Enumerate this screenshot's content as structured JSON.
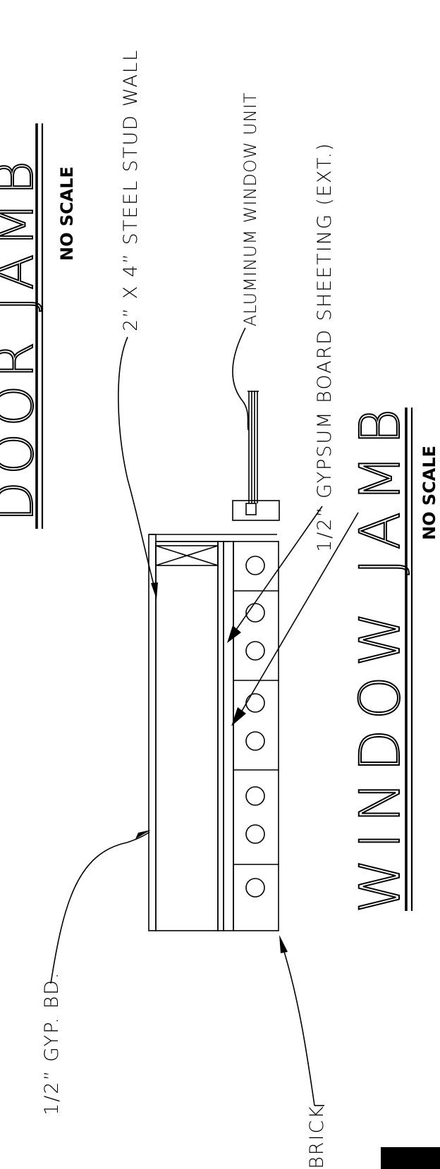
{
  "drawing": {
    "door_jamb_title": "DOOR JAMB",
    "door_jamb_scale": "NO SCALE",
    "window_jamb_title": "WINDOW JAMB",
    "window_jamb_scale": "NO SCALE"
  },
  "labels": {
    "steel_stud": "2” X 4” STEEL STUD WALL",
    "window_unit": "ALUMINUM WINDOW UNIT",
    "gypsum_sheeting": "1/2” GYPSUM BOARD SHEETING (EXT.)",
    "gyp_bd": "1/2” GYP. BD.",
    "brick": "BRICK"
  }
}
